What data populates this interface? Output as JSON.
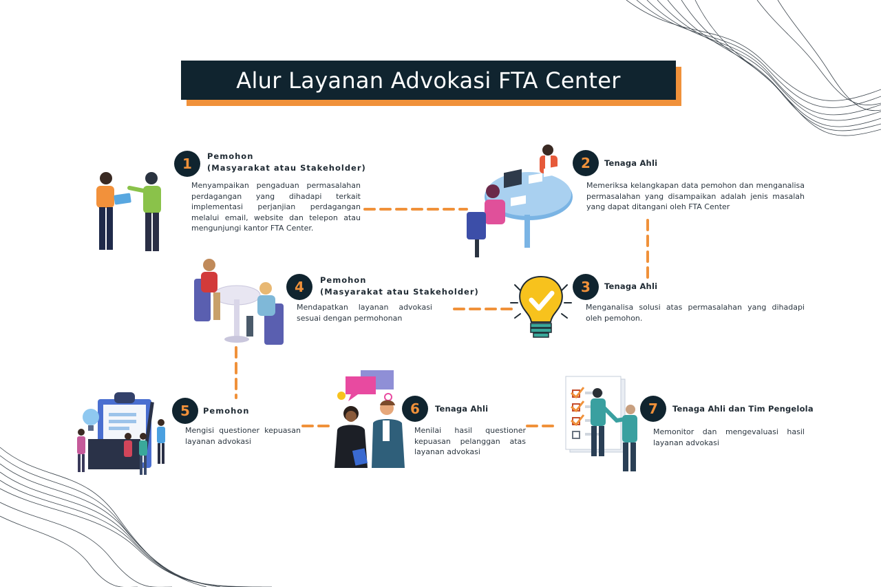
{
  "title": "Alur Layanan Advokasi FTA Center",
  "colors": {
    "accent": "#f0913a",
    "dark": "#10242f",
    "text": "#2b3640"
  },
  "steps": [
    {
      "number": "1",
      "heading": "Pemohon",
      "subheading": "(Masyarakat atau Stakeholder)",
      "description": "Menyampaikan pengaduan permasalahan perdagangan yang dihadapi terkait implementasi perjanjian perdagangan melalui email, website dan telepon atau mengunjungi kantor FTA Center.",
      "illustration": "two-people-talking-illustration"
    },
    {
      "number": "2",
      "heading": "Tenaga Ahli",
      "subheading": "",
      "description": "Memeriksa kelangkapan data pemohon dan menganalisa permasalahan yang disampaikan adalah jenis masalah yang dapat ditangani oleh FTA Center",
      "illustration": "meeting-table-illustration"
    },
    {
      "number": "3",
      "heading": "Tenaga Ahli",
      "subheading": "",
      "description": "Menganalisa solusi atas permasalahan yang dihadapi oleh pemohon.",
      "illustration": "lightbulb-check-illustration"
    },
    {
      "number": "4",
      "heading": "Pemohon",
      "subheading": "(Masyarakat atau Stakeholder)",
      "description": "Mendapatkan layanan advokasi sesuai dengan permohonan",
      "illustration": "consultation-table-illustration"
    },
    {
      "number": "5",
      "heading": "Pemohon",
      "subheading": "",
      "description": "Mengisi questioner kepuasan layanan advokasi",
      "illustration": "clipboard-survey-illustration"
    },
    {
      "number": "6",
      "heading": "Tenaga Ahli",
      "subheading": "",
      "description": "Menilai hasil questioner kepuasan pelanggan atas layanan advokasi",
      "illustration": "experts-discussion-illustration"
    },
    {
      "number": "7",
      "heading": "Tenaga Ahli dan Tim Pengelola",
      "subheading": "",
      "description": "Memonitor dan mengevaluasi hasil layanan advokasi",
      "illustration": "checklist-handshake-illustration"
    }
  ]
}
